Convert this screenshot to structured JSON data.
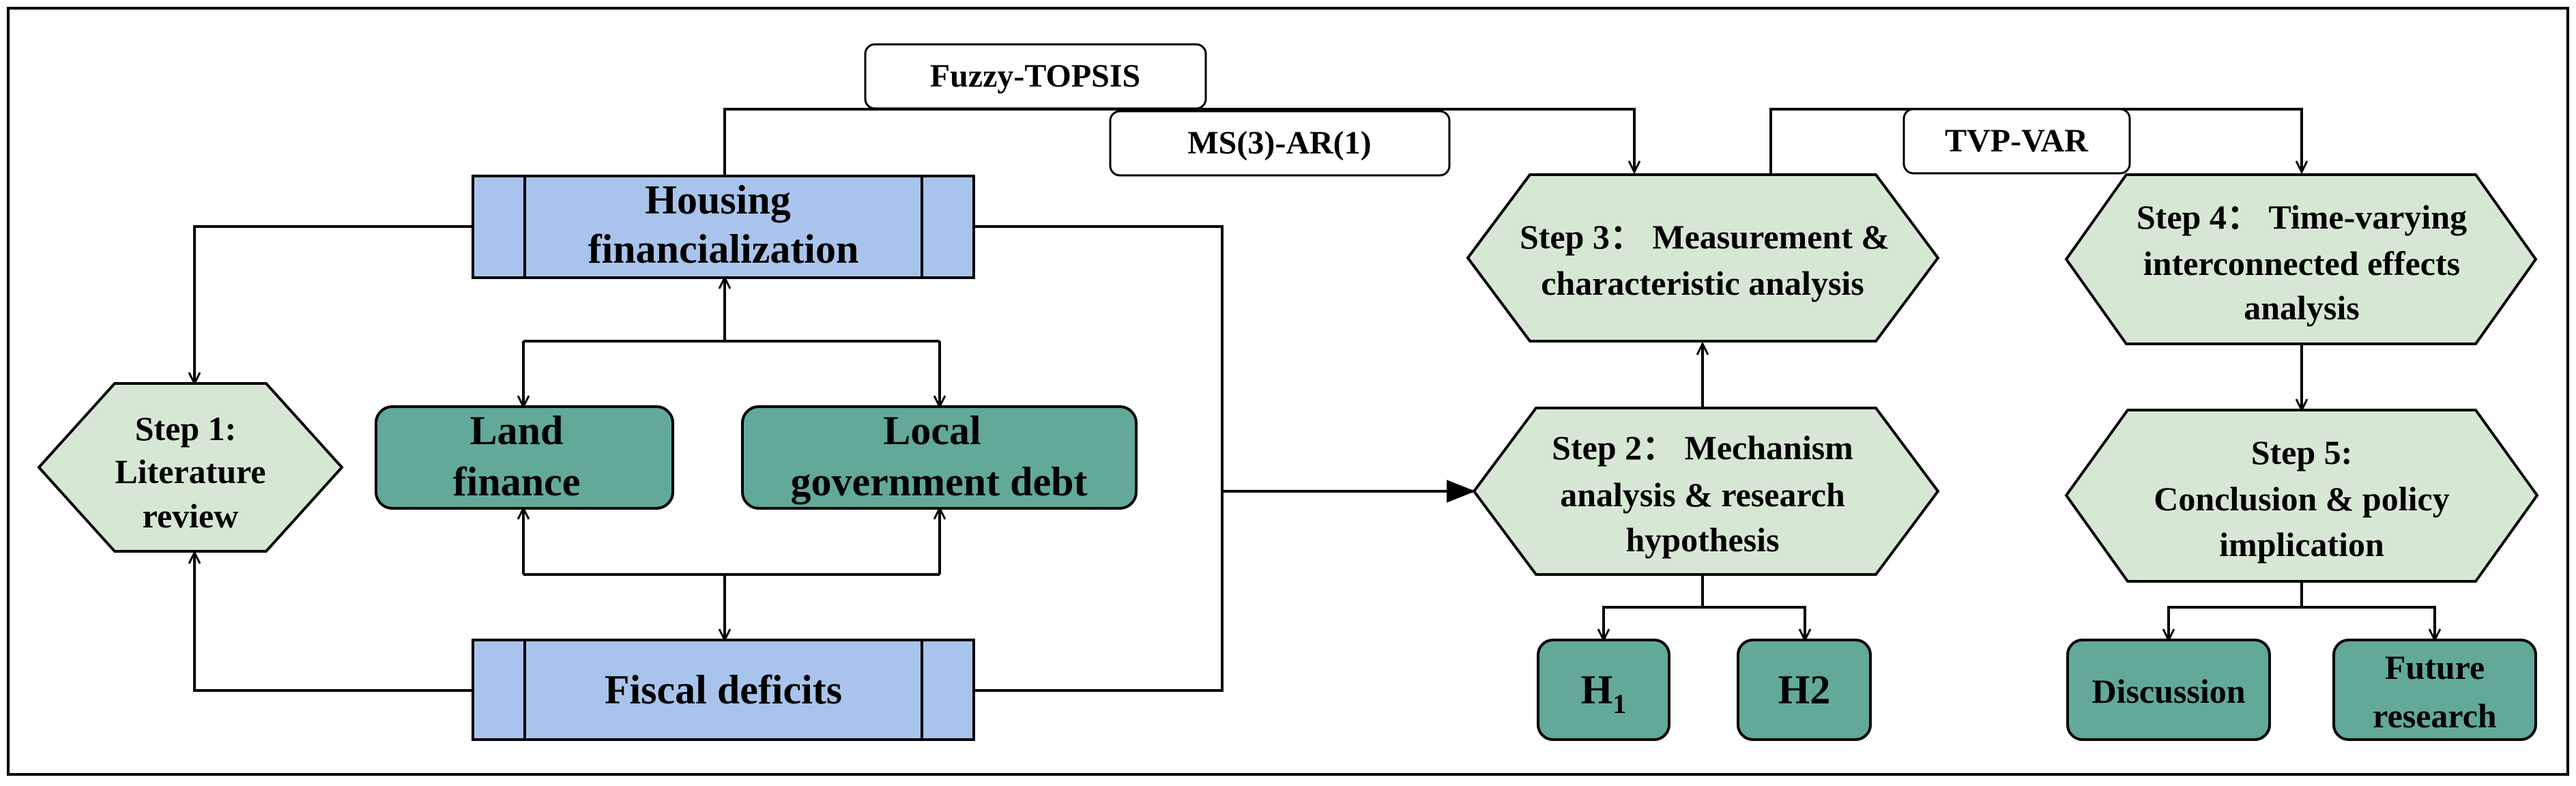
{
  "methods": {
    "fuzzy_topsis": "Fuzzy-TOPSIS",
    "ms_ar": "MS(3)-AR(1)",
    "tvp_var": "TVP-VAR"
  },
  "nodes": {
    "housing": [
      "Housing",
      "financialization"
    ],
    "land_finance": [
      "Land",
      "finance"
    ],
    "local_debt": [
      "Local",
      "government debt"
    ],
    "fiscal_deficits": "Fiscal deficits",
    "step1": [
      "Step 1:",
      "Literature",
      "review"
    ],
    "step2": [
      "Step 2： Mechanism",
      "analysis & research",
      "hypothesis"
    ],
    "step3": [
      "Step 3： Measurement &",
      "characteristic analysis"
    ],
    "step4": [
      "Step 4： Time-varying",
      "interconnected effects",
      "analysis"
    ],
    "step5": [
      "Step 5:",
      "Conclusion & policy",
      "implication"
    ],
    "h1": {
      "main": "H",
      "sub": "1"
    },
    "h2": "H2",
    "discussion": "Discussion",
    "future_research": [
      "Future",
      "research"
    ]
  },
  "colors": {
    "blue_box": "#a9c4ec",
    "teal_box": "#62a99a",
    "hexagon": "#d6e8d3",
    "line": "#000000"
  }
}
